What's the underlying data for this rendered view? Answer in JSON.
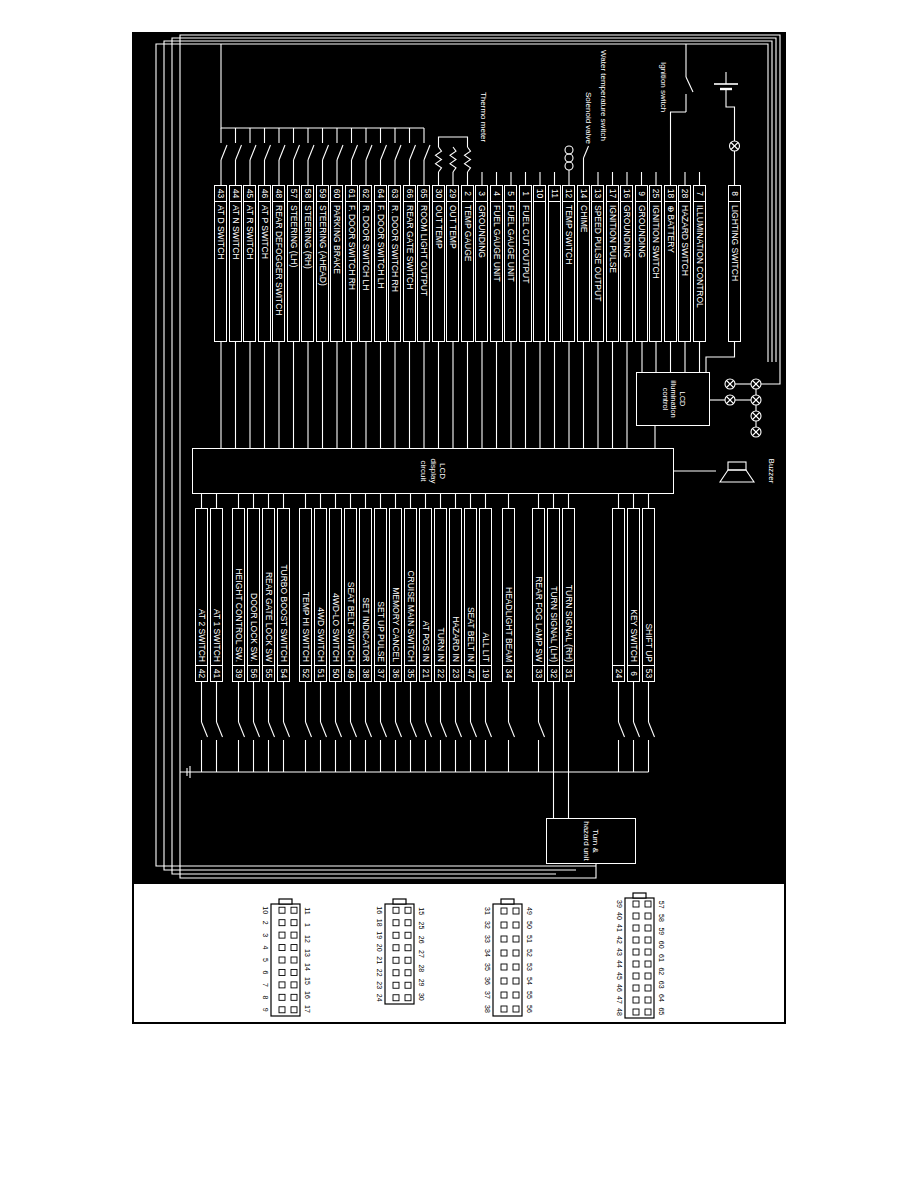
{
  "diagram": {
    "nodes": [
      {
        "text": [
          "LCD illumination control"
        ]
      },
      {
        "text": [
          "Buzzer"
        ]
      },
      {
        "text": [
          "LCD display circuit"
        ]
      },
      {
        "text": [
          "Turn & hazard unit"
        ]
      },
      {
        "text": [
          "8",
          "LIGHTING SWITCH"
        ]
      },
      {
        "text": [
          "7",
          "ILLUMINATION CONTROL"
        ]
      },
      {
        "text": [
          "28",
          "HAZARD SWITCH"
        ]
      },
      {
        "text": [
          "18",
          "⊕ BATTERY"
        ]
      },
      {
        "text": [
          "25",
          "IGNITION SWITCH"
        ]
      },
      {
        "text": [
          "9",
          "GROUNDING"
        ]
      },
      {
        "text": [
          "16",
          "GROUNDING"
        ]
      },
      {
        "text": [
          "17",
          "IGNITION PULSE"
        ]
      },
      {
        "text": [
          "13",
          "SPEED PULSE OUTPUT"
        ]
      },
      {
        "text": [
          "14",
          "CHIME"
        ]
      },
      {
        "text": [
          "12",
          "TEMP SWITCH"
        ]
      },
      {
        "text": [
          "11"
        ]
      },
      {
        "text": [
          "10"
        ]
      },
      {
        "text": [
          "1",
          "FUEL CUT OUTPUT"
        ]
      },
      {
        "text": [
          "5",
          "FUEL GAUGE UNIT"
        ]
      },
      {
        "text": [
          "4",
          "FUEL GAUGE UNIT"
        ]
      },
      {
        "text": [
          "3",
          "GROUNDING"
        ]
      },
      {
        "text": [
          "2",
          "TEMP GAUGE"
        ]
      },
      {
        "text": [
          "29",
          "OUT TEMP"
        ]
      },
      {
        "text": [
          "30",
          "OUT TEMP"
        ]
      },
      {
        "text": [
          "65",
          "ROOM LIGHT OUTPUT"
        ]
      },
      {
        "text": [
          "66",
          "REAR GATE SWITCH"
        ]
      },
      {
        "text": [
          "63",
          "R. DOOR SWITCH RH"
        ]
      },
      {
        "text": [
          "64",
          "F. DOOR SWITCH LH"
        ]
      },
      {
        "text": [
          "62",
          "R. DOOR SWITCH LH"
        ]
      },
      {
        "text": [
          "61",
          "F. DOOR SWITCH RH"
        ]
      },
      {
        "text": [
          "60",
          "PARKING BRAKE"
        ]
      },
      {
        "text": [
          "59",
          "STEERING (AHEAD)"
        ]
      },
      {
        "text": [
          "58",
          "STEERING (RH)"
        ]
      },
      {
        "text": [
          "57",
          "STEERING (LH)"
        ]
      },
      {
        "text": [
          "48",
          "REAR DEFOGGER SWITCH"
        ]
      },
      {
        "text": [
          "46",
          "AT P SWITCH"
        ]
      },
      {
        "text": [
          "45",
          "AT R SWITCH"
        ]
      },
      {
        "text": [
          "44",
          "AT N SWITCH"
        ]
      },
      {
        "text": [
          "43",
          "AT D SWITCH"
        ]
      },
      {
        "text": [
          "53",
          "SHIFT UP"
        ]
      },
      {
        "text": [
          "6",
          "KEY SWITCH"
        ]
      },
      {
        "text": [
          "24"
        ]
      },
      {
        "text": [
          "31",
          "TURN SIGNAL (RH)"
        ]
      },
      {
        "text": [
          "32",
          "TURN SIGNAL (LH)"
        ]
      },
      {
        "text": [
          "33",
          "REAR FOG LAMP SW"
        ]
      },
      {
        "text": [
          "34",
          "HEADLIGHT BEAM"
        ]
      },
      {
        "text": [
          "19",
          "ALL LIT"
        ]
      },
      {
        "text": [
          "47",
          "SEAT BELT IN"
        ]
      },
      {
        "text": [
          "23",
          "HAZARD IN"
        ]
      },
      {
        "text": [
          "22",
          "TURN IN"
        ]
      },
      {
        "text": [
          "21",
          "AT POS IN"
        ]
      },
      {
        "text": [
          "35",
          "CRUISE MAIN SWITCH"
        ]
      },
      {
        "text": [
          "36",
          "MEMORY CANCEL"
        ]
      },
      {
        "text": [
          "37",
          "SET UP PULSE"
        ]
      },
      {
        "text": [
          "38",
          "SET INDICATOR"
        ]
      },
      {
        "text": [
          "49",
          "SEAT BELT SWITCH"
        ]
      },
      {
        "text": [
          "50",
          "4WD-LO SWITCH"
        ]
      },
      {
        "text": [
          "51",
          "4WD SWITCH"
        ]
      },
      {
        "text": [
          "52",
          "TEMP HI SWITCH"
        ]
      },
      {
        "text": [
          "54",
          "TURBO BOOST SWITCH"
        ]
      },
      {
        "text": [
          "55",
          "REAR GATE LOCK SW"
        ]
      },
      {
        "text": [
          "56",
          "DOOR LOCK SW."
        ]
      },
      {
        "text": [
          "39",
          "HEIGHT CONTROL SW."
        ]
      },
      {
        "text": [
          "41",
          "AT 1 SWITCH"
        ]
      },
      {
        "text": [
          "42",
          "AT 2 SWITCH"
        ]
      }
    ],
    "edges": [
      {
        "from": 0,
        "to": 2,
        "arrow": "none"
      },
      {
        "from": 2,
        "to": 1,
        "arrow": "none"
      },
      {
        "from": 4,
        "to": 0,
        "arrow": "none"
      },
      {
        "from": 5,
        "to": 0,
        "arrow": "none"
      },
      {
        "from": 6,
        "to": 0,
        "arrow": "none"
      },
      {
        "from": 7,
        "to": 0,
        "arrow": "none"
      },
      {
        "from": 8,
        "to": 0,
        "arrow": "none"
      },
      {
        "from": 9,
        "to": 0,
        "arrow": "none"
      },
      {
        "from": 10,
        "to": 2,
        "arrow": "none"
      },
      {
        "from": 11,
        "to": 2,
        "arrow": "none"
      },
      {
        "from": 12,
        "to": 2,
        "arrow": "none"
      },
      {
        "from": 13,
        "to": 2,
        "arrow": "none"
      },
      {
        "from": 14,
        "to": 2,
        "arrow": "none"
      },
      {
        "from": 15,
        "to": 2,
        "arrow": "none"
      },
      {
        "from": 16,
        "to": 2,
        "arrow": "none"
      },
      {
        "from": 17,
        "to": 2,
        "arrow": "none"
      },
      {
        "from": 18,
        "to": 2,
        "arrow": "none"
      },
      {
        "from": 19,
        "to": 2,
        "arrow": "none"
      },
      {
        "from": 20,
        "to": 2,
        "arrow": "none"
      },
      {
        "from": 21,
        "to": 2,
        "arrow": "none"
      },
      {
        "from": 22,
        "to": 2,
        "arrow": "none"
      },
      {
        "from": 23,
        "to": 2,
        "arrow": "none"
      },
      {
        "from": 24,
        "to": 2,
        "arrow": "none"
      },
      {
        "from": 25,
        "to": 2,
        "arrow": "none"
      },
      {
        "from": 26,
        "to": 2,
        "arrow": "none"
      },
      {
        "from": 27,
        "to": 2,
        "arrow": "none"
      },
      {
        "from": 28,
        "to": 2,
        "arrow": "none"
      },
      {
        "from": 29,
        "to": 2,
        "arrow": "none"
      },
      {
        "from": 30,
        "to": 2,
        "arrow": "none"
      },
      {
        "from": 31,
        "to": 2,
        "arrow": "none"
      },
      {
        "from": 32,
        "to": 2,
        "arrow": "none"
      },
      {
        "from": 33,
        "to": 2,
        "arrow": "none"
      },
      {
        "from": 34,
        "to": 2,
        "arrow": "none"
      },
      {
        "from": 35,
        "to": 2,
        "arrow": "none"
      },
      {
        "from": 36,
        "to": 2,
        "arrow": "none"
      },
      {
        "from": 37,
        "to": 2,
        "arrow": "none"
      },
      {
        "from": 38,
        "to": 2,
        "arrow": "none"
      },
      {
        "from": 2,
        "to": 39,
        "arrow": "none"
      },
      {
        "from": 2,
        "to": 40,
        "arrow": "none"
      },
      {
        "from": 2,
        "to": 41,
        "arrow": "none"
      },
      {
        "from": 2,
        "to": 42,
        "arrow": "none"
      },
      {
        "from": 2,
        "to": 43,
        "arrow": "none"
      },
      {
        "from": 2,
        "to": 44,
        "arrow": "none"
      },
      {
        "from": 2,
        "to": 45,
        "arrow": "none"
      },
      {
        "from": 2,
        "to": 46,
        "arrow": "none"
      },
      {
        "from": 2,
        "to": 47,
        "arrow": "none"
      },
      {
        "from": 2,
        "to": 48,
        "arrow": "none"
      },
      {
        "from": 2,
        "to": 49,
        "arrow": "none"
      },
      {
        "from": 2,
        "to": 50,
        "arrow": "none"
      },
      {
        "from": 2,
        "to": 51,
        "arrow": "none"
      },
      {
        "from": 2,
        "to": 52,
        "arrow": "none"
      },
      {
        "from": 2,
        "to": 53,
        "arrow": "none"
      },
      {
        "from": 2,
        "to": 54,
        "arrow": "none"
      },
      {
        "from": 2,
        "to": 55,
        "arrow": "none"
      },
      {
        "from": 2,
        "to": 56,
        "arrow": "none"
      },
      {
        "from": 2,
        "to": 57,
        "arrow": "none"
      },
      {
        "from": 2,
        "to": 58,
        "arrow": "none"
      },
      {
        "from": 2,
        "to": 59,
        "arrow": "none"
      },
      {
        "from": 2,
        "to": 60,
        "arrow": "none"
      },
      {
        "from": 2,
        "to": 61,
        "arrow": "none"
      },
      {
        "from": 2,
        "to": 62,
        "arrow": "none"
      },
      {
        "from": 2,
        "to": 63,
        "arrow": "none"
      },
      {
        "from": 2,
        "to": 64,
        "arrow": "none"
      },
      {
        "from": 42,
        "to": 3,
        "arrow": "none"
      },
      {
        "from": 43,
        "to": 3,
        "arrow": "none"
      }
    ],
    "labels": [
      "Ignition switch",
      "Water temperature switch",
      "Solenoid valve",
      "Thermo meter",
      "11",
      "1",
      "12",
      "13",
      "14",
      "15",
      "16",
      "17",
      "10",
      "2",
      "3",
      "4",
      "5",
      "6",
      "7",
      "8",
      "9",
      "15",
      "25",
      "26",
      "27",
      "28",
      "29",
      "30",
      "16",
      "18",
      "19",
      "20",
      "21",
      "22",
      "23",
      "24",
      "49",
      "50",
      "51",
      "52",
      "53",
      "54",
      "55",
      "56",
      "31",
      "32",
      "33",
      "34",
      "35",
      "36",
      "37",
      "38",
      "57",
      "58",
      "59",
      "60",
      "61",
      "62",
      "63",
      "64",
      "65",
      "39",
      "40",
      "41",
      "42",
      "43",
      "44",
      "45",
      "46",
      "47",
      "48"
    ]
  }
}
